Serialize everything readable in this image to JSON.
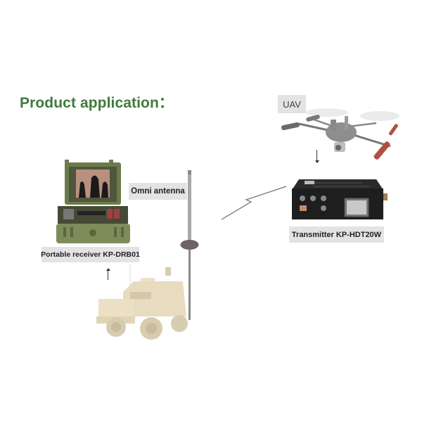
{
  "title": "Product application：",
  "labels": {
    "uav": "UAV",
    "omni_antenna": "Omni antenna",
    "portable_receiver": "Portable receiver KP-DRB01",
    "transmitter": "Transmitter KP-HDT20W"
  },
  "colors": {
    "title_green": "#3f7a3c",
    "label_bg": "#e3e3e3",
    "receiver_case_olive": "#6b7a4a",
    "vehicle_tan": "#e8dcc0",
    "transmitter_black": "#1e1e1e",
    "drone_gray": "#9a9a9a",
    "motor_red": "#b05040"
  },
  "icons": {
    "uav": "drone-icon",
    "transmitter": "transmitter-device-icon",
    "receiver": "portable-receiver-case-icon",
    "antenna": "omni-antenna-icon",
    "vehicle": "armored-vehicle-icon",
    "signal": "wireless-signal-bolt-icon"
  }
}
